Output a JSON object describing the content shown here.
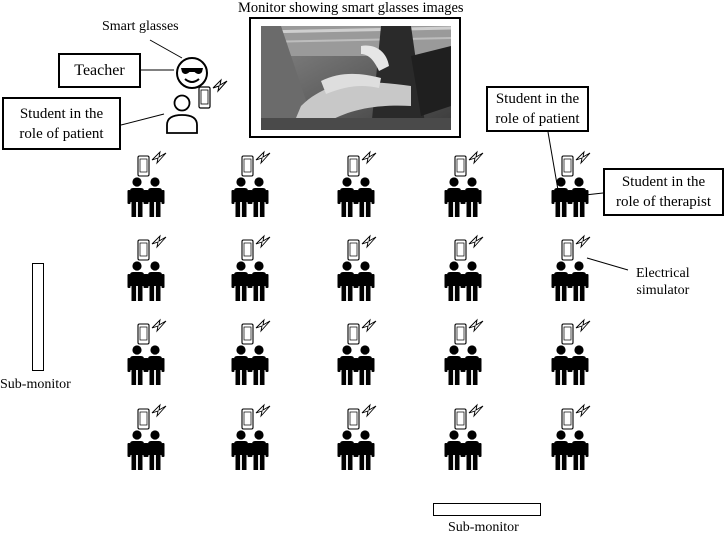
{
  "labels": {
    "monitor_caption": "Monitor showing smart glasses images",
    "smart_glasses": "Smart glasses",
    "teacher": "Teacher",
    "student_patient_left": "Student in the\nrole of patient",
    "student_patient_right": "Student in the\nrole of patient",
    "student_therapist": "Student in the\nrole of therapist",
    "electrical_simulator": "Electrical\nsimulator",
    "sub_monitor_left": "Sub-monitor",
    "sub_monitor_bottom": "Sub-monitor"
  },
  "layout_grid": {
    "rows": 4,
    "columns": 5
  },
  "icons": {
    "teacher": "smiley-with-sunglasses-icon",
    "student": "person-outline-icon",
    "pair": "two-people-icon",
    "device": "phone-with-lightning-icon"
  }
}
